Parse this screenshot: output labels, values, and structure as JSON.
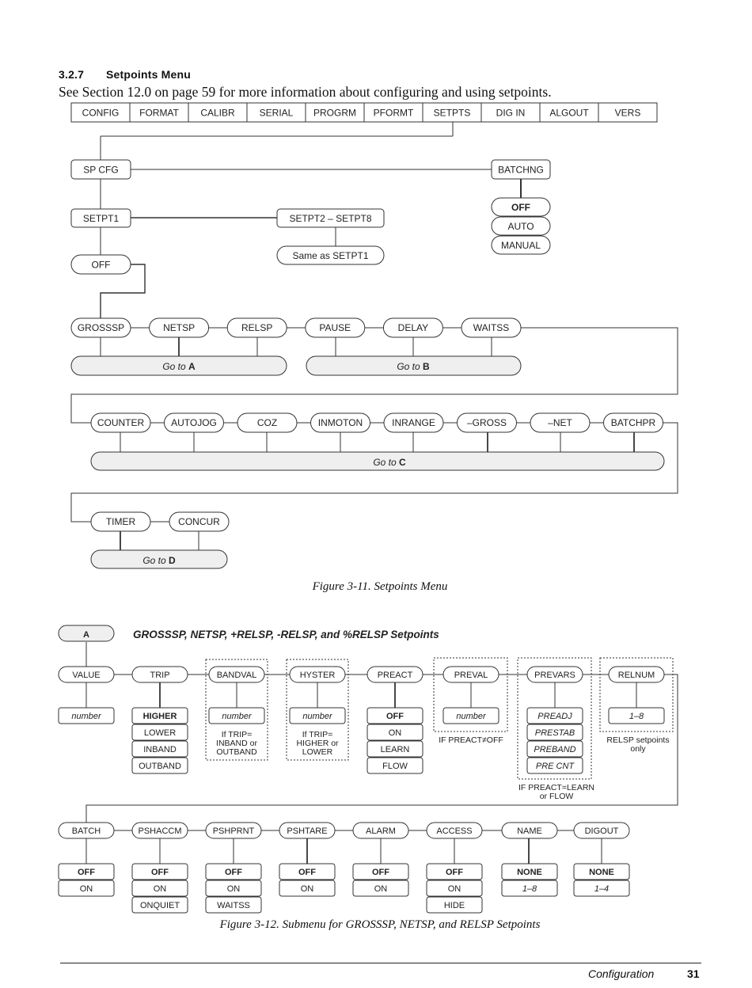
{
  "section": {
    "number": "3.2.7",
    "title": "Setpoints Menu",
    "intro": "See Section 12.0 on page 59 for more information about configuring and using setpoints."
  },
  "menubar": [
    "CONFIG",
    "FORMAT",
    "CALIBR",
    "SERIAL",
    "PROGRM",
    "PFORMT",
    "SETPTS",
    "DIG IN",
    "ALGOUT",
    "VERS"
  ],
  "fig11": {
    "sp_cfg": "SP CFG",
    "batchng": "BATCHNG",
    "batchng_options": [
      "OFF",
      "AUTO",
      "MANUAL"
    ],
    "setpt1": "SETPT1",
    "setpt2_8": "SETPT2 – SETPT8",
    "same_as": "Same as SETPT1",
    "off": "OFF",
    "row1": [
      "GROSSSP",
      "NETSP",
      "RELSP",
      "PAUSE",
      "DELAY",
      "WAITSS"
    ],
    "goto_a": "Go to",
    "goto_a_letter": "A",
    "goto_b": "Go to",
    "goto_b_letter": "B",
    "row2": [
      "COUNTER",
      "AUTOJOG",
      "COZ",
      "INMOTON",
      "INRANGE",
      "–GROSS",
      "–NET",
      "BATCHPR"
    ],
    "goto_c": "Go to",
    "goto_c_letter": "C",
    "row3": [
      "TIMER",
      "CONCUR"
    ],
    "goto_d": "Go to",
    "goto_d_letter": "D",
    "caption": "Figure 3-11. Setpoints Menu"
  },
  "fig12": {
    "badge": "A",
    "title": "GROSSSP, NETSP, +RELSP, -RELSP, and %RELSP Setpoints",
    "row1": [
      "VALUE",
      "TRIP",
      "BANDVAL",
      "HYSTER",
      "PREACT",
      "PREVAL",
      "PREVARS",
      "RELNUM"
    ],
    "value_opt": "number",
    "trip_opts": [
      "HIGHER",
      "LOWER",
      "INBAND",
      "OUTBAND"
    ],
    "bandval_opt": "number",
    "bandval_note": [
      "If TRIP=",
      "INBAND or",
      "OUTBAND"
    ],
    "hyster_opt": "number",
    "hyster_note": [
      "If TRIP=",
      "HIGHER or",
      "LOWER"
    ],
    "preact_opts": [
      "OFF",
      "ON",
      "LEARN",
      "FLOW"
    ],
    "preval_opt": "number",
    "preval_note": "IF PREACT≠OFF",
    "prevars_opts": [
      "PREADJ",
      "PRESTAB",
      "PREBAND",
      "PRE CNT"
    ],
    "prevars_note": [
      "IF PREACT=LEARN",
      "or FLOW"
    ],
    "relnum_opt": "1–8",
    "relnum_note": [
      "RELSP setpoints",
      "only"
    ],
    "row2": [
      "BATCH",
      "PSHACCM",
      "PSHPRNT",
      "PSHTARE",
      "ALARM",
      "ACCESS",
      "NAME",
      "DIGOUT"
    ],
    "batch_opts": [
      "OFF",
      "ON"
    ],
    "pshaccm_opts": [
      "OFF",
      "ON",
      "ONQUIET"
    ],
    "pshprnt_opts": [
      "OFF",
      "ON",
      "WAITSS"
    ],
    "pshtare_opts": [
      "OFF",
      "ON"
    ],
    "alarm_opts": [
      "OFF",
      "ON"
    ],
    "access_opts": [
      "OFF",
      "ON",
      "HIDE"
    ],
    "name_opts": [
      "NONE",
      "1–8"
    ],
    "digout_opts": [
      "NONE",
      "1–4"
    ],
    "caption": "Figure 3-12. Submenu for GROSSSP, NETSP, and RELSP Setpoints"
  },
  "footer": {
    "label": "Configuration",
    "page": "31"
  }
}
